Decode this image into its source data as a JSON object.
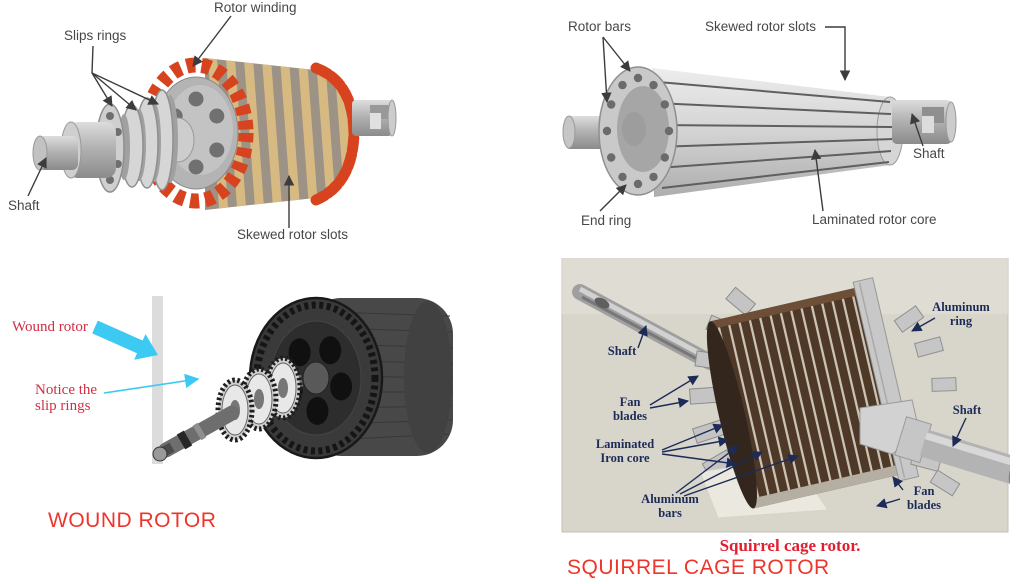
{
  "colors": {
    "diagram_label_gray": "#474747",
    "annotation_red": "#cf2f44",
    "caption_red": "#ee352b",
    "navy_label": "#1d2b57",
    "cyan_arrow": "#3cc9f2",
    "winding_red": "#d8431f",
    "rotor_body_tan": "#d6ba82",
    "photo_background": "#d8d5cb"
  },
  "wound_diagram": {
    "labels": {
      "rotor_winding": "Rotor winding",
      "slip_rings": "Slips rings",
      "shaft": "Shaft",
      "skewed_slots": "Skewed rotor slots"
    }
  },
  "cage_diagram": {
    "labels": {
      "rotor_bars": "Rotor bars",
      "skewed_slots": "Skewed rotor slots",
      "shaft": "Shaft",
      "end_ring": "End ring",
      "core": "Laminated rotor core"
    }
  },
  "wound_photo": {
    "annotations": {
      "wound_rotor": "Wound rotor",
      "notice_slip_rings": "Notice the\nslip rings"
    },
    "caption": "WOUND ROTOR"
  },
  "cage_photo": {
    "labels": {
      "shaft_left": "Shaft",
      "aluminum_ring": "Aluminum\nring",
      "fan_blades_left": "Fan\nblades",
      "laminated_iron_core": "Laminated\nIron core",
      "aluminum_bars": "Aluminum\nbars",
      "shaft_right": "Shaft",
      "fan_blades_right": "Fan\nblades"
    },
    "photo_caption": "Squirrel cage rotor.",
    "caption": "SQUIRREL CAGE ROTOR"
  }
}
